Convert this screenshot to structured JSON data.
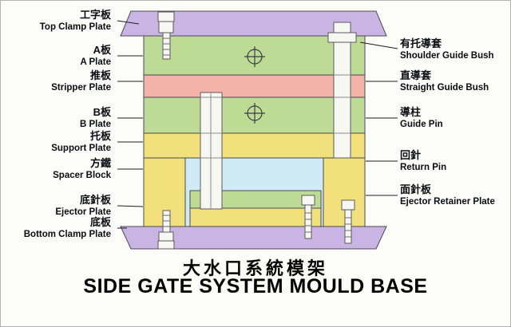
{
  "title": {
    "zh": "大水口系統模架",
    "en": "SIDE GATE SYSTEM MOULD BASE"
  },
  "labels_left": [
    {
      "zh": "工字板",
      "en": "Top Clamp Plate"
    },
    {
      "zh": "A板",
      "en": "A Plate"
    },
    {
      "zh": "推板",
      "en": "Stripper Plate"
    },
    {
      "zh": "B板",
      "en": "B Plate"
    },
    {
      "zh": "托板",
      "en": "Support Plate"
    },
    {
      "zh": "方鐵",
      "en": "Spacer Block"
    },
    {
      "zh": "底針板",
      "en": "Ejector Plate"
    },
    {
      "zh": "底板",
      "en": "Bottom Clamp Plate"
    }
  ],
  "labels_right": [
    {
      "zh": "有托導套",
      "en": "Shoulder Guide Bush"
    },
    {
      "zh": "直導套",
      "en": "Straight Guide Bush"
    },
    {
      "zh": "導柱",
      "en": "Guide Pin"
    },
    {
      "zh": "回針",
      "en": "Return Pin"
    },
    {
      "zh": "面針板",
      "en": "Ejector Retainer Plate"
    }
  ],
  "colors": {
    "clamp_plate": "#c9b4e4",
    "ab_plate_green": "#bddb95",
    "stripper_pink": "#f3b3a9",
    "support_yellow": "#f2e07c",
    "cavity_blue": "#cfeaf4",
    "pin_white": "#f8f8f3",
    "text": "#0b0b14"
  }
}
